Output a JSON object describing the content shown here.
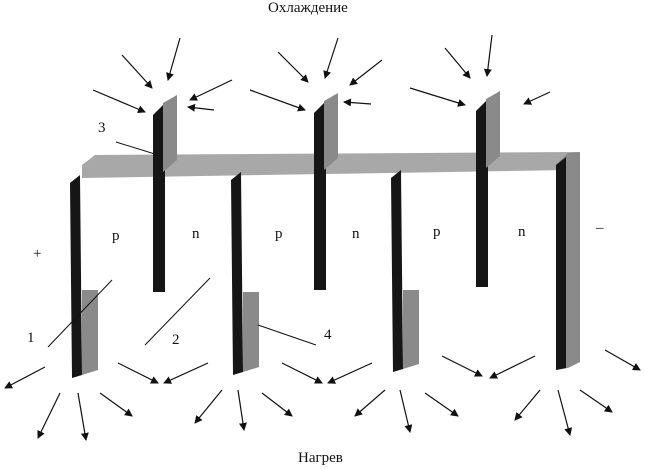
{
  "title_top": "Охлаждение",
  "title_bottom": "Нагрев",
  "legs": [
    "p",
    "n",
    "p",
    "n",
    "p",
    "n"
  ],
  "plus": "+",
  "minus": "–",
  "callouts": {
    "one": "1",
    "two": "2",
    "three": "3",
    "four": "4"
  },
  "colors": {
    "ink": "#111111",
    "plate_dark": "#161616",
    "plate_gray": "#8a8a8a",
    "bar_gray": "#a8a8a8"
  }
}
